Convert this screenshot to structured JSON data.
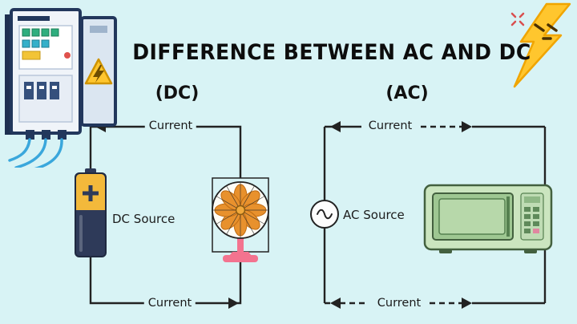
{
  "title": "DIFFERENCE BETWEEN AC AND DC",
  "dc": {
    "label": "(DC)",
    "source_label": "DC Source",
    "current_top": "Current",
    "current_bottom": "Current"
  },
  "ac": {
    "label": "(AC)",
    "source_label": "AC Source",
    "current_top": "Current",
    "current_bottom": "Current"
  },
  "colors": {
    "background": "#d8f3f5",
    "wire": "#222222",
    "title_text": "#0d0d0d",
    "lightning_yellow": "#ffc62e",
    "battery_yellow": "#f3b93b",
    "battery_navy": "#2e3a59",
    "fan_orange": "#e8912d",
    "stand_pink": "#f3738f",
    "microwave_green": "#cbe5bf",
    "cabinet_navy": "#22375c",
    "cable_blue": "#3aa7dc"
  },
  "icons": {
    "left_illustration": "electrical-panel-icon",
    "right_illustration": "angry-lightning-bolt-icon",
    "dc_source": "battery-icon",
    "dc_load": "fan-icon",
    "ac_source": "ac-sine-source-icon",
    "ac_load": "microwave-icon"
  }
}
